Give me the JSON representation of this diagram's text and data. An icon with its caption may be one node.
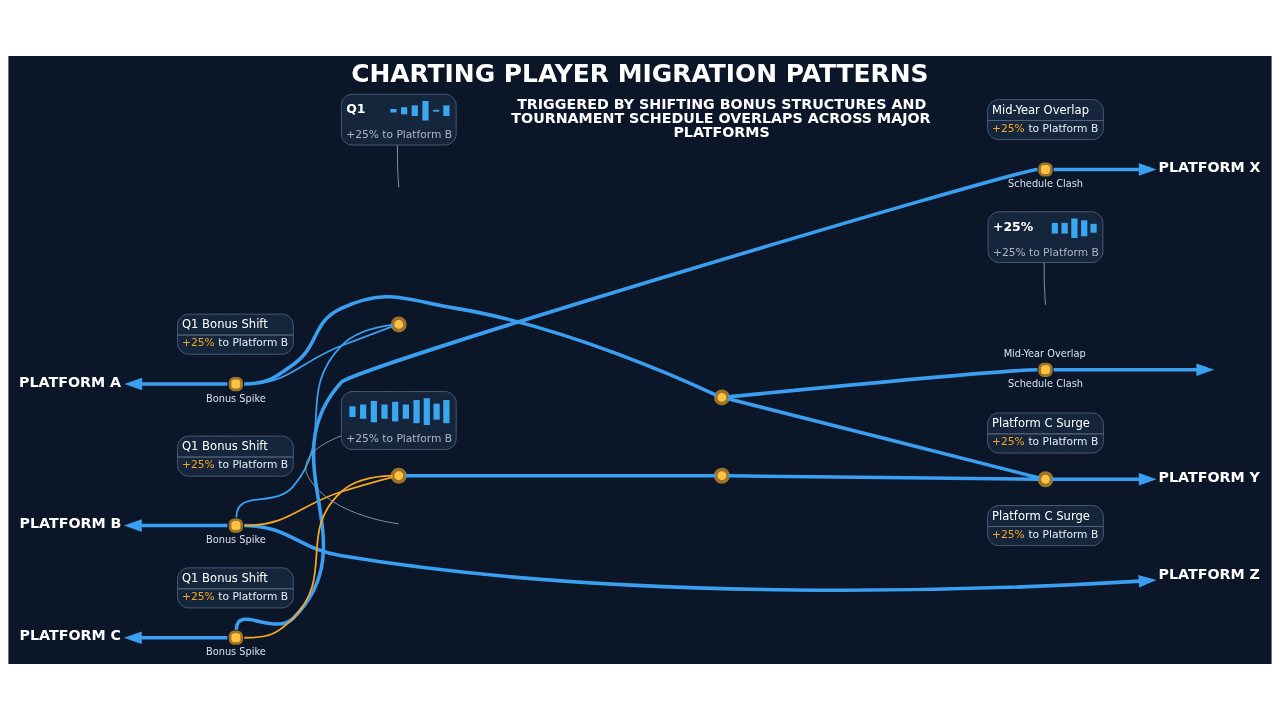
{
  "diagram": {
    "title": "CHARTING PLAYER MIGRATION PATTERNS",
    "nodes": [
      {
        "text": [
          "PLATFORM A"
        ]
      },
      {
        "text": [
          "PLATFORM B"
        ]
      },
      {
        "text": [
          "PLATFORM C"
        ]
      },
      {
        "text": [
          "PLATFORM X"
        ]
      },
      {
        "text": [
          "PLATFORM Y"
        ]
      },
      {
        "text": [
          "PLATFORM Z"
        ]
      },
      {
        "text": [
          "Q1 Bonus Shift",
          "+25% to Platform B"
        ]
      },
      {
        "text": [
          "Q1 Bonus Shift",
          "+25% to Platform B"
        ]
      },
      {
        "text": [
          "Q1 Bonus Shift",
          "+25% to Platform B"
        ]
      },
      {
        "text": [
          "Q1",
          "+25% to Platform B"
        ]
      },
      {
        "text": [
          "Mid-Year Overlap",
          "+25% to Platform B"
        ]
      },
      {
        "text": [
          "+25%",
          "+25% to Platform B"
        ]
      },
      {
        "text": [
          "Platform C Surge",
          "+25% to Platform B"
        ]
      },
      {
        "text": [
          "+25% to Platform B"
        ]
      },
      {
        "text": [
          "Platform C Surge",
          "+25% to Platform B"
        ]
      },
      {
        "text": [],
        "shape": "circle",
        "beside": [
          "Bonus Spike"
        ]
      },
      {
        "text": [],
        "shape": "circle",
        "beside": [
          "Bonus Spike"
        ]
      },
      {
        "text": [],
        "shape": "circle",
        "beside": [
          "Bonus Spike"
        ]
      },
      {
        "text": [],
        "shape": "circle",
        "beside": [
          "Schedule Clash"
        ]
      },
      {
        "text": [],
        "shape": "circle",
        "beside": [
          "Mid-Year Overlap",
          "Schedule Clash"
        ]
      },
      {
        "text": [],
        "shape": "circle"
      },
      {
        "text": [],
        "shape": "circle"
      },
      {
        "text": [],
        "shape": "circle"
      },
      {
        "text": [],
        "shape": "circle"
      },
      {
        "text": [],
        "shape": "circle"
      }
    ],
    "edges": [
      {
        "from": 15,
        "to": 0,
        "arrow": "to"
      },
      {
        "from": 16,
        "to": 1,
        "arrow": "to"
      },
      {
        "from": 17,
        "to": 2,
        "arrow": "to"
      },
      {
        "from": 15,
        "to": 22,
        "arrow": "none"
      },
      {
        "from": 22,
        "to": 19,
        "arrow": "none"
      },
      {
        "from": 19,
        "to": null,
        "arrow": "to"
      },
      {
        "from": 22,
        "to": 20,
        "arrow": "none"
      },
      {
        "from": 20,
        "to": 4,
        "arrow": "to"
      },
      {
        "from": 16,
        "to": 5,
        "arrow": "to"
      },
      {
        "from": 17,
        "to": 18,
        "arrow": "none"
      },
      {
        "from": 18,
        "to": 3,
        "arrow": "to"
      },
      {
        "from": 24,
        "to": 23,
        "arrow": "none"
      },
      {
        "from": 23,
        "to": 20,
        "arrow": "none"
      },
      {
        "from": 15,
        "to": 21,
        "arrow": "none"
      },
      {
        "from": 21,
        "to": 16,
        "arrow": "none"
      },
      {
        "from": 16,
        "to": 24,
        "arrow": "none",
        "color": "#f5a623"
      },
      {
        "from": 24,
        "to": 17,
        "arrow": "none",
        "color": "#f5a623"
      },
      {
        "from": 9,
        "to": null,
        "arrow": "none",
        "color": "#8e9db0"
      },
      {
        "from": 11,
        "to": null,
        "arrow": "none",
        "color": "#8e9db0"
      },
      {
        "from": 13,
        "to": null,
        "arrow": "none",
        "color": "#8e9db0"
      }
    ],
    "labels": [
      "TRIGGERED BY SHIFTING BONUS STRUCTURES AND TOURNAMENT SCHEDULE OVERLAPS ACROSS MAJOR PLATFORMS"
    ]
  }
}
